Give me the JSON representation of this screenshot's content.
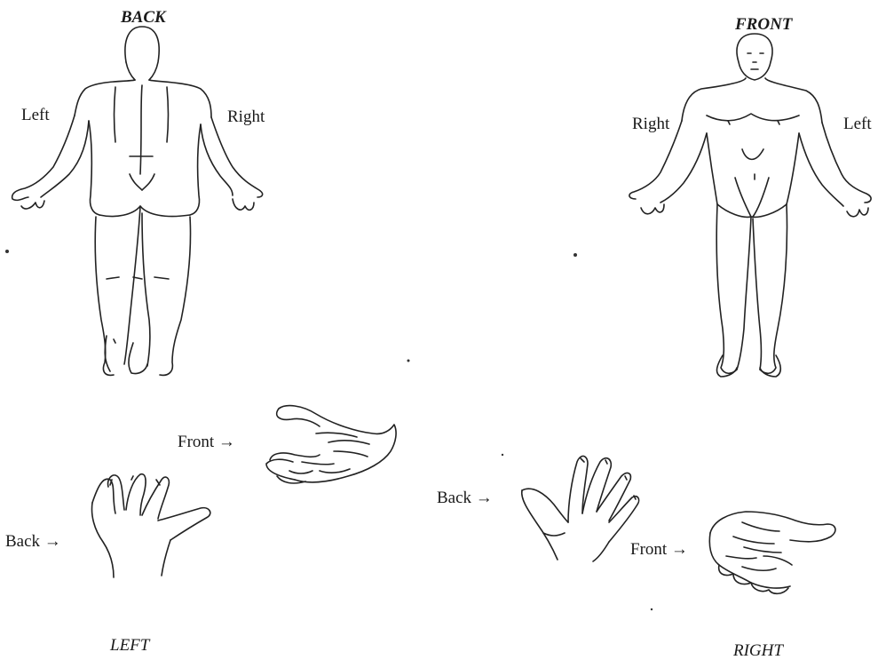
{
  "back_view": {
    "title": "BACK",
    "left_label": "Left",
    "right_label": "Right"
  },
  "front_view": {
    "title": "FRONT",
    "right_label": "Right",
    "left_label": "Left"
  },
  "left_hands": {
    "front_label": "Front →",
    "back_label": "Back →",
    "caption": "LEFT"
  },
  "right_hands": {
    "back_label": "Back →",
    "front_label": "Front →",
    "caption": "RIGHT"
  }
}
